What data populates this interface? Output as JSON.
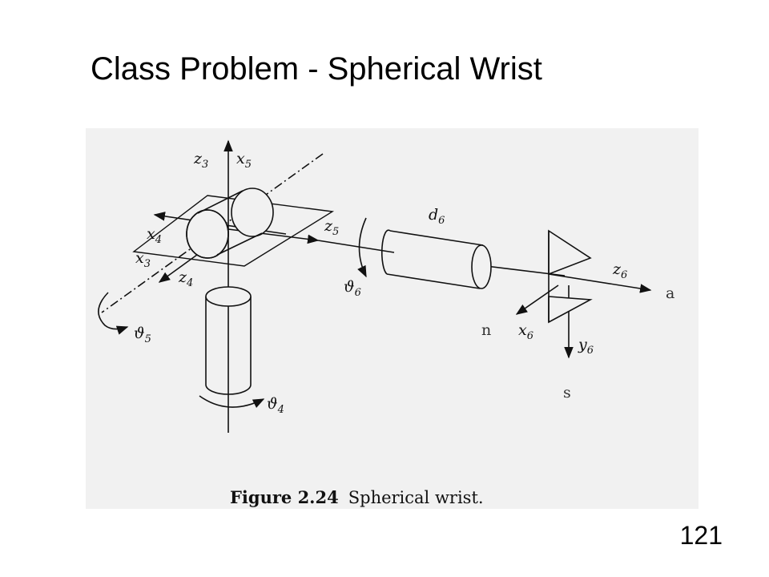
{
  "slide": {
    "title": "Class Problem - Spherical Wrist",
    "page_number": "121"
  },
  "figure": {
    "caption_label": "Figure 2.24",
    "caption_text": "Spherical wrist.",
    "labels": {
      "z3": {
        "base": "z",
        "sub": "3"
      },
      "x5": {
        "base": "x",
        "sub": "5"
      },
      "x4": {
        "base": "x",
        "sub": "4"
      },
      "x3": {
        "base": "x",
        "sub": "3"
      },
      "z4": {
        "base": "z",
        "sub": "4"
      },
      "z5": {
        "base": "z",
        "sub": "5"
      },
      "d6": {
        "base": "d",
        "sub": "6"
      },
      "theta6": {
        "base": "ϑ",
        "sub": "6"
      },
      "theta5": {
        "base": "ϑ",
        "sub": "5"
      },
      "theta4": {
        "base": "ϑ",
        "sub": "4"
      },
      "z6": {
        "base": "z",
        "sub": "6"
      },
      "x6": {
        "base": "x",
        "sub": "6"
      },
      "y6": {
        "base": "y",
        "sub": "6"
      }
    },
    "handwritten": {
      "a": "a",
      "n": "n",
      "s": "s"
    }
  }
}
